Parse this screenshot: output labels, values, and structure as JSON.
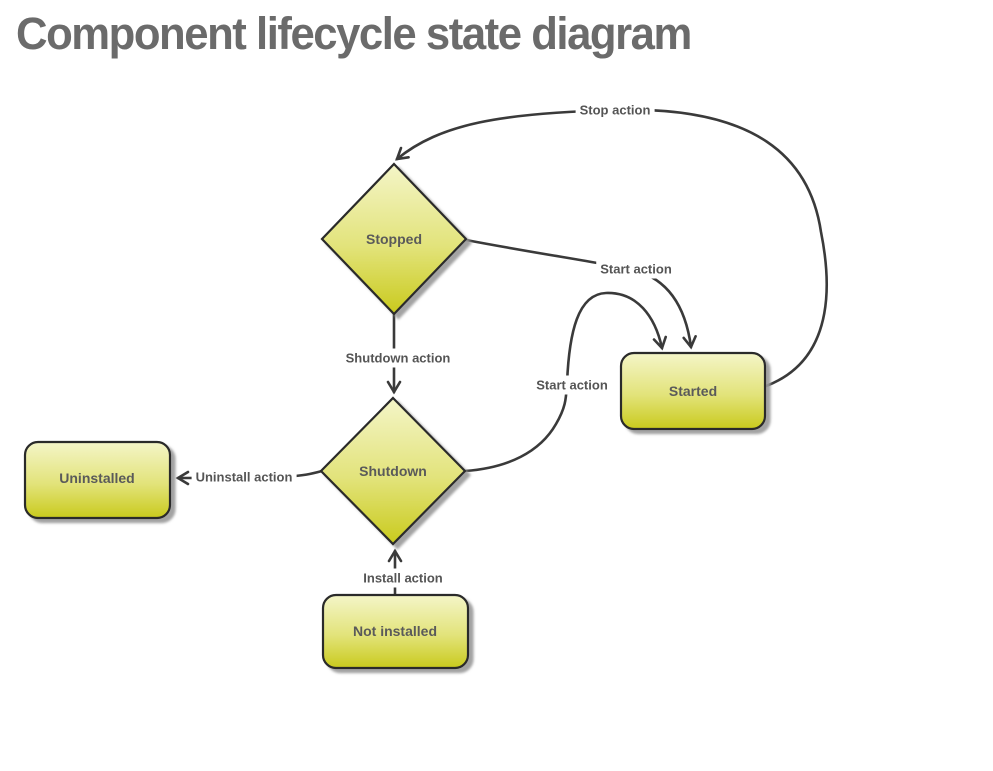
{
  "title": "Component lifecycle state diagram",
  "colors": {
    "background": "#ffffff",
    "title_text": "#6b6b6b",
    "node_text": "#5a5a5a",
    "edge_label_text": "#555555",
    "edge_line": "#3a3a3a",
    "node_border": "#2b2b2b",
    "node_fill_top": "#f4f5c8",
    "node_fill_bottom": "#c9ca1d",
    "shadow": "#999999"
  },
  "nodes": [
    {
      "id": "stopped",
      "label": "Stopped",
      "shape": "diamond"
    },
    {
      "id": "shutdown",
      "label": "Shutdown",
      "shape": "diamond"
    },
    {
      "id": "started",
      "label": "Started",
      "shape": "rounded-rect"
    },
    {
      "id": "uninstalled",
      "label": "Uninstalled",
      "shape": "rounded-rect"
    },
    {
      "id": "not_installed",
      "label": "Not installed",
      "shape": "rounded-rect"
    }
  ],
  "edges": [
    {
      "id": "stop_action",
      "label": "Stop action",
      "from": "started",
      "to": "stopped"
    },
    {
      "id": "start_action_from_stopped",
      "label": "Start action",
      "from": "stopped",
      "to": "started"
    },
    {
      "id": "start_action_from_shutdown",
      "label": "Start action",
      "from": "shutdown",
      "to": "started"
    },
    {
      "id": "shutdown_action",
      "label": "Shutdown action",
      "from": "stopped",
      "to": "shutdown"
    },
    {
      "id": "uninstall_action",
      "label": "Uninstall action",
      "from": "shutdown",
      "to": "uninstalled"
    },
    {
      "id": "install_action",
      "label": "Install action",
      "from": "not_installed",
      "to": "shutdown"
    }
  ]
}
